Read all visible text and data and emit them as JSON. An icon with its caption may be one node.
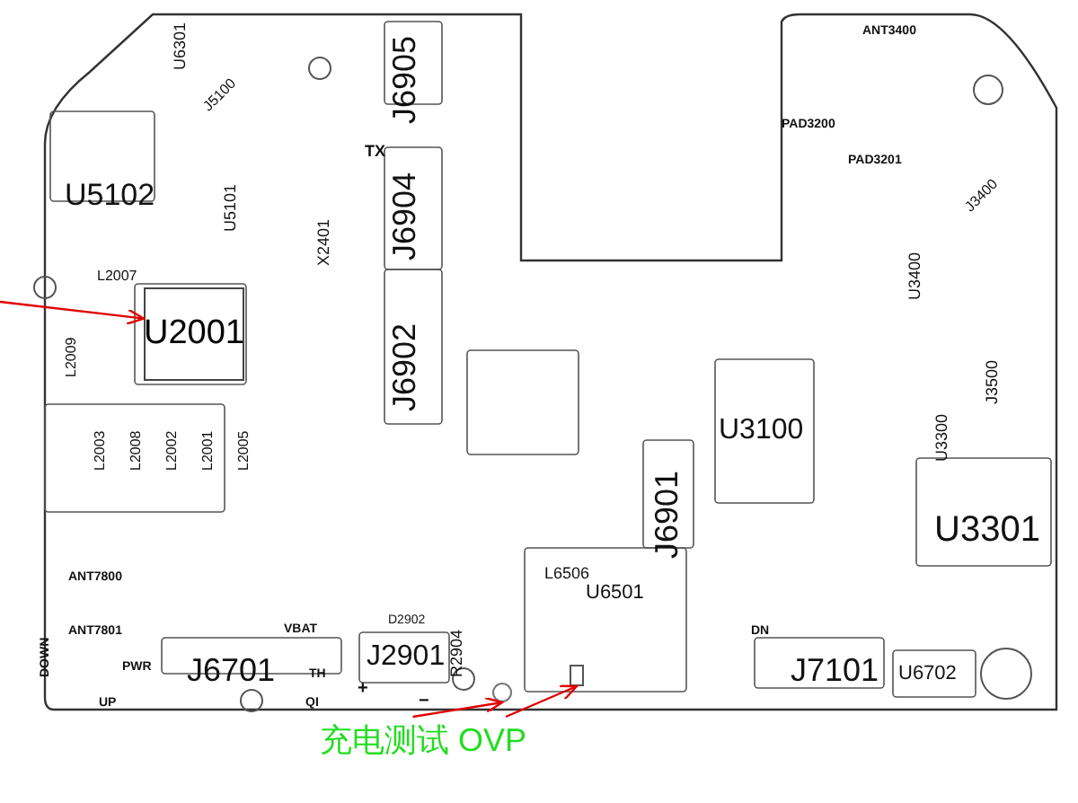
{
  "diagram": {
    "nodes": [
      {
        "text": [
          "U2001"
        ]
      },
      {
        "text": [
          "充电测试 OVP"
        ]
      },
      {
        "text": [],
        "shape": "circle"
      },
      {
        "text": [],
        "shape": "box"
      }
    ],
    "edges": [
      {
        "from": null,
        "to": 0,
        "arrow": "to"
      },
      {
        "from": 1,
        "to": 2,
        "arrow": "to"
      },
      {
        "from": 1,
        "to": 3,
        "arrow": "to"
      }
    ],
    "labels": [
      "U6301",
      "J5100",
      "TX",
      "U5102",
      "U5101",
      "X2401",
      "J6905",
      "J6904",
      "J6902",
      "L2007",
      "L2009",
      "L2003",
      "L2008",
      "L2002",
      "L2001",
      "L2005",
      "J6901",
      "J3400",
      "U3400",
      "J3500",
      "U3100",
      "U3300",
      "U3301",
      "L6506",
      "U6501",
      "ANT7800",
      "ANT7801",
      "DOWN",
      "PWR",
      "UP",
      "VBAT",
      "J6701",
      "TH",
      "QI",
      "J2901",
      "D2902",
      "R2904",
      "+",
      "−",
      "DN",
      "J7101",
      "U6702",
      "ANT3400",
      "PAD3200",
      "PAD3201"
    ]
  }
}
